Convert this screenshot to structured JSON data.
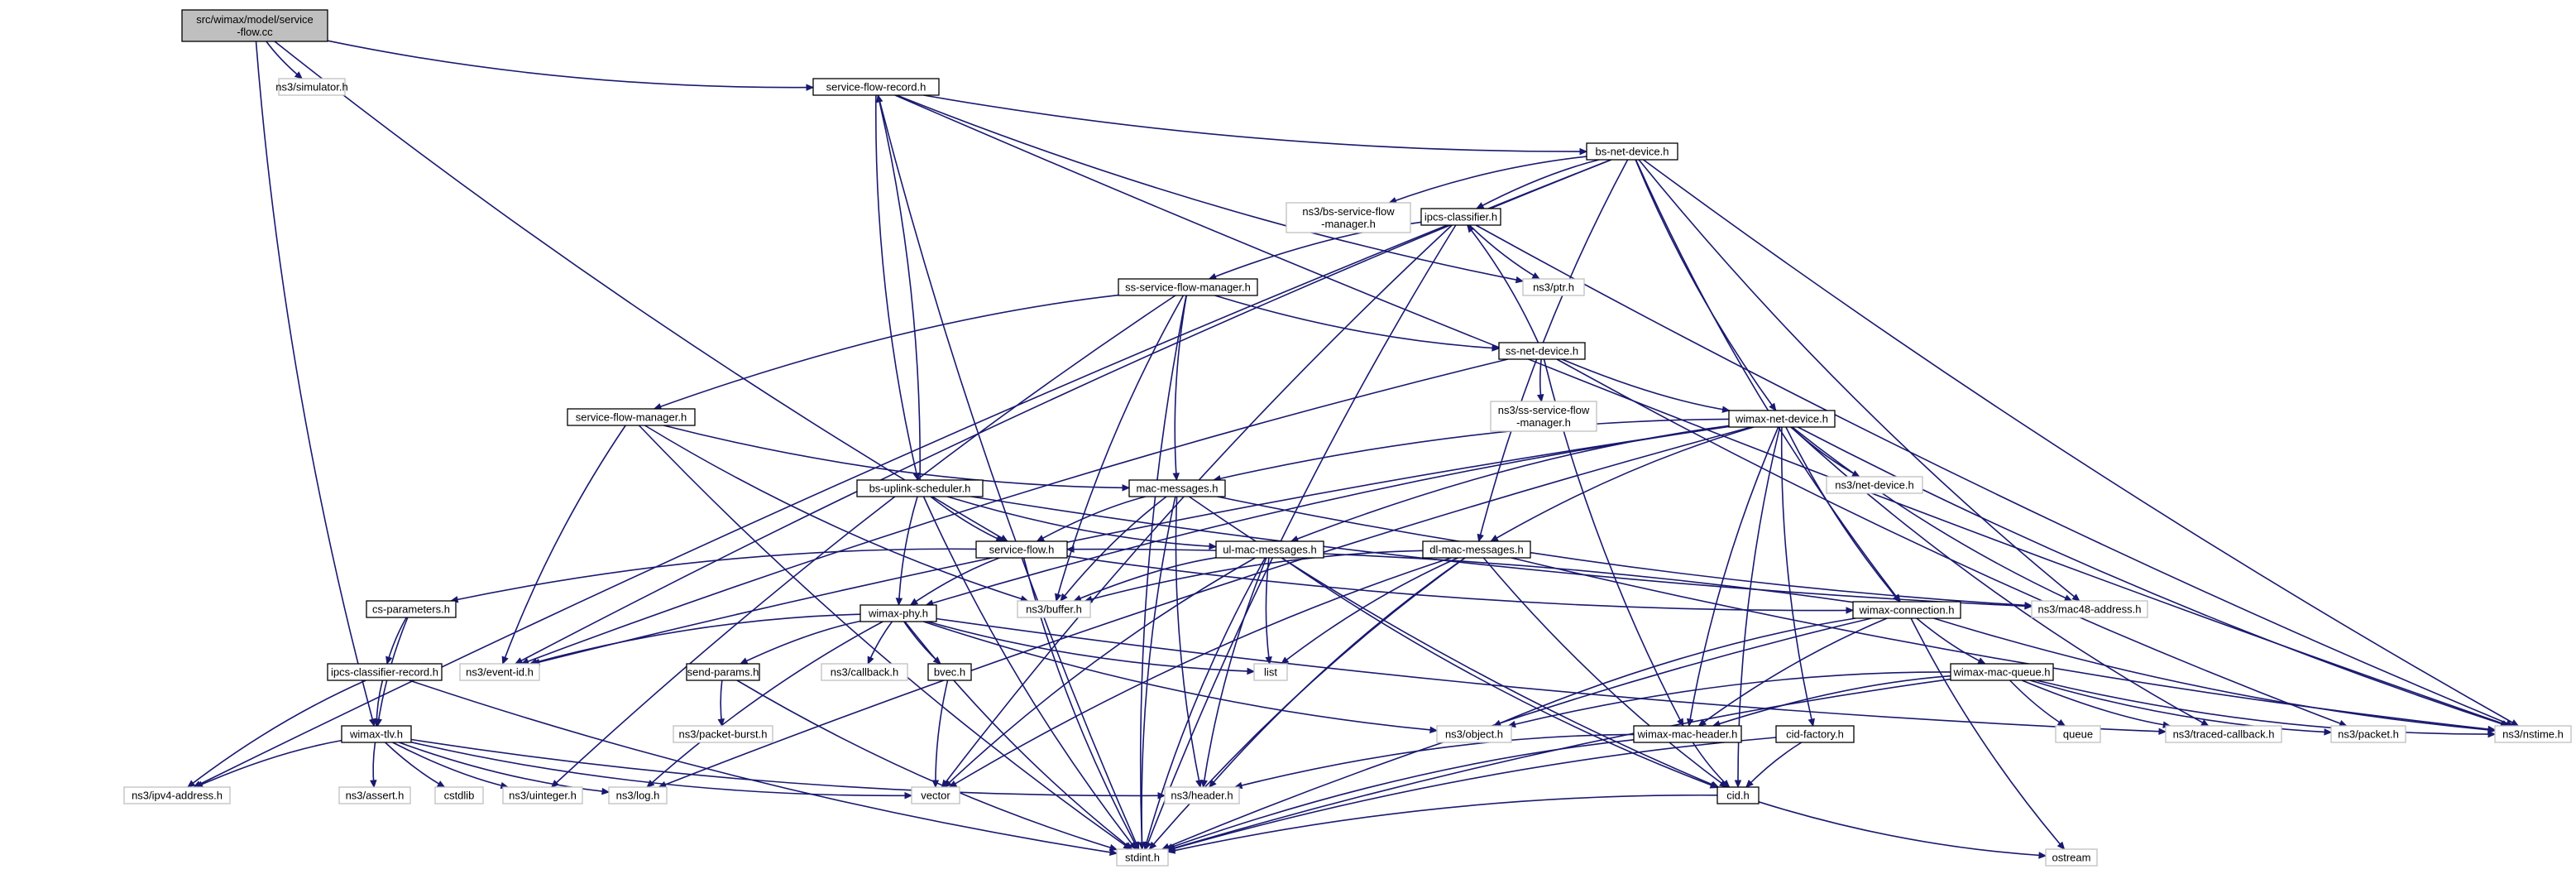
{
  "colors": {
    "edge": "#191970",
    "node_fill": "#ffffff",
    "root_fill": "#bfbfbf",
    "internal_border": "#000000",
    "external_border": "#bfbfbf",
    "text": "#000000"
  },
  "nodes": [
    {
      "id": "root",
      "lines": [
        "src/wimax/model/service",
        "-flow.cc"
      ],
      "kind": "root"
    },
    {
      "id": "simulator",
      "lines": [
        "ns3/simulator.h"
      ],
      "kind": "external"
    },
    {
      "id": "sfr",
      "lines": [
        "service-flow-record.h"
      ],
      "kind": "internal"
    },
    {
      "id": "bsnd",
      "lines": [
        "bs-net-device.h"
      ],
      "kind": "internal"
    },
    {
      "id": "bssfm",
      "lines": [
        "ns3/bs-service-flow",
        "-manager.h"
      ],
      "kind": "external"
    },
    {
      "id": "ipcs",
      "lines": [
        "ipcs-classifier.h"
      ],
      "kind": "internal"
    },
    {
      "id": "ptr",
      "lines": [
        "ns3/ptr.h"
      ],
      "kind": "external"
    },
    {
      "id": "sssfm",
      "lines": [
        "ss-service-flow-manager.h"
      ],
      "kind": "internal"
    },
    {
      "id": "ssnd",
      "lines": [
        "ss-net-device.h"
      ],
      "kind": "internal"
    },
    {
      "id": "nsssfm",
      "lines": [
        "ns3/ss-service-flow",
        "-manager.h"
      ],
      "kind": "external"
    },
    {
      "id": "sfm",
      "lines": [
        "service-flow-manager.h"
      ],
      "kind": "internal"
    },
    {
      "id": "wnd",
      "lines": [
        "wimax-net-device.h"
      ],
      "kind": "internal"
    },
    {
      "id": "netdev",
      "lines": [
        "ns3/net-device.h"
      ],
      "kind": "external"
    },
    {
      "id": "bsus",
      "lines": [
        "bs-uplink-scheduler.h"
      ],
      "kind": "internal"
    },
    {
      "id": "macmsg",
      "lines": [
        "mac-messages.h"
      ],
      "kind": "internal"
    },
    {
      "id": "sf",
      "lines": [
        "service-flow.h"
      ],
      "kind": "internal"
    },
    {
      "id": "ulmac",
      "lines": [
        "ul-mac-messages.h"
      ],
      "kind": "internal"
    },
    {
      "id": "dlmac",
      "lines": [
        "dl-mac-messages.h"
      ],
      "kind": "internal"
    },
    {
      "id": "buffer",
      "lines": [
        "ns3/buffer.h"
      ],
      "kind": "external"
    },
    {
      "id": "mac48",
      "lines": [
        "ns3/mac48-address.h"
      ],
      "kind": "external"
    },
    {
      "id": "csparam",
      "lines": [
        "cs-parameters.h"
      ],
      "kind": "internal"
    },
    {
      "id": "wphy",
      "lines": [
        "wimax-phy.h"
      ],
      "kind": "internal"
    },
    {
      "id": "wconn",
      "lines": [
        "wimax-connection.h"
      ],
      "kind": "internal"
    },
    {
      "id": "eventid",
      "lines": [
        "ns3/event-id.h"
      ],
      "kind": "external"
    },
    {
      "id": "sendp",
      "lines": [
        "send-params.h"
      ],
      "kind": "internal"
    },
    {
      "id": "callback",
      "lines": [
        "ns3/callback.h"
      ],
      "kind": "external"
    },
    {
      "id": "bvec",
      "lines": [
        "bvec.h"
      ],
      "kind": "internal"
    },
    {
      "id": "list",
      "lines": [
        "list"
      ],
      "kind": "external"
    },
    {
      "id": "wmq",
      "lines": [
        "wimax-mac-queue.h"
      ],
      "kind": "internal"
    },
    {
      "id": "ipcsrec",
      "lines": [
        "ipcs-classifier-record.h"
      ],
      "kind": "internal"
    },
    {
      "id": "pktburst",
      "lines": [
        "ns3/packet-burst.h"
      ],
      "kind": "external"
    },
    {
      "id": "wtlv",
      "lines": [
        "wimax-tlv.h"
      ],
      "kind": "internal"
    },
    {
      "id": "object",
      "lines": [
        "ns3/object.h"
      ],
      "kind": "external"
    },
    {
      "id": "wmh",
      "lines": [
        "wimax-mac-header.h"
      ],
      "kind": "internal"
    },
    {
      "id": "cidf",
      "lines": [
        "cid-factory.h"
      ],
      "kind": "internal"
    },
    {
      "id": "queue",
      "lines": [
        "queue"
      ],
      "kind": "external"
    },
    {
      "id": "traced",
      "lines": [
        "ns3/traced-callback.h"
      ],
      "kind": "external"
    },
    {
      "id": "packet",
      "lines": [
        "ns3/packet.h"
      ],
      "kind": "external"
    },
    {
      "id": "nstime",
      "lines": [
        "ns3/nstime.h"
      ],
      "kind": "external"
    },
    {
      "id": "ipv4",
      "lines": [
        "ns3/ipv4-address.h"
      ],
      "kind": "external"
    },
    {
      "id": "assert",
      "lines": [
        "ns3/assert.h"
      ],
      "kind": "external"
    },
    {
      "id": "cstdlib",
      "lines": [
        "cstdlib"
      ],
      "kind": "external"
    },
    {
      "id": "uinteger",
      "lines": [
        "ns3/uinteger.h"
      ],
      "kind": "external"
    },
    {
      "id": "log",
      "lines": [
        "ns3/log.h"
      ],
      "kind": "external"
    },
    {
      "id": "vector",
      "lines": [
        "vector"
      ],
      "kind": "external"
    },
    {
      "id": "header",
      "lines": [
        "ns3/header.h"
      ],
      "kind": "external"
    },
    {
      "id": "cid",
      "lines": [
        "cid.h"
      ],
      "kind": "internal"
    },
    {
      "id": "ostream",
      "lines": [
        "ostream"
      ],
      "kind": "external"
    },
    {
      "id": "stdint",
      "lines": [
        "stdint.h"
      ],
      "kind": "external"
    }
  ],
  "edges": [
    [
      "root",
      "simulator"
    ],
    [
      "root",
      "sfr"
    ],
    [
      "root",
      "sf"
    ],
    [
      "root",
      "wtlv"
    ],
    [
      "sfr",
      "bsnd"
    ],
    [
      "sfr",
      "ptr"
    ],
    [
      "sfr",
      "bsus"
    ],
    [
      "sfr",
      "stdint"
    ],
    [
      "sfr",
      "nstime"
    ],
    [
      "bsnd",
      "bssfm"
    ],
    [
      "bsnd",
      "ipcs"
    ],
    [
      "bsnd",
      "wnd"
    ],
    [
      "bsnd",
      "dlmac"
    ],
    [
      "bsnd",
      "mac48"
    ],
    [
      "bsnd",
      "wconn"
    ],
    [
      "bsnd",
      "eventid"
    ],
    [
      "bsnd",
      "ipv4"
    ],
    [
      "bsnd",
      "nstime"
    ],
    [
      "ipcs",
      "ptr"
    ],
    [
      "ipcs",
      "sssfm"
    ],
    [
      "ipcs",
      "vector"
    ],
    [
      "ipcs",
      "stdint"
    ],
    [
      "ipcs",
      "nstime"
    ],
    [
      "sssfm",
      "ssnd"
    ],
    [
      "sssfm",
      "sfm"
    ],
    [
      "sssfm",
      "macmsg"
    ],
    [
      "sssfm",
      "buffer"
    ],
    [
      "sssfm",
      "uinteger"
    ],
    [
      "sssfm",
      "stdint"
    ],
    [
      "ssnd",
      "ipcs"
    ],
    [
      "ssnd",
      "nsssfm"
    ],
    [
      "ssnd",
      "wnd"
    ],
    [
      "ssnd",
      "wmh"
    ],
    [
      "ssnd",
      "eventid"
    ],
    [
      "ssnd",
      "packet"
    ],
    [
      "sfm",
      "macmsg"
    ],
    [
      "sfm",
      "eventid"
    ],
    [
      "sfm",
      "buffer"
    ],
    [
      "sfm",
      "stdint"
    ],
    [
      "wnd",
      "macmsg"
    ],
    [
      "wnd",
      "netdev"
    ],
    [
      "wnd",
      "ulmac"
    ],
    [
      "wnd",
      "dlmac"
    ],
    [
      "wnd",
      "wphy"
    ],
    [
      "wnd",
      "wconn"
    ],
    [
      "wnd",
      "mac48"
    ],
    [
      "wnd",
      "cidf"
    ],
    [
      "wnd",
      "wmh"
    ],
    [
      "wnd",
      "traced"
    ],
    [
      "wnd",
      "eventid"
    ],
    [
      "wnd",
      "log"
    ],
    [
      "wnd",
      "nstime"
    ],
    [
      "wnd",
      "cid"
    ],
    [
      "bsus",
      "sfr"
    ],
    [
      "bsus",
      "sf"
    ],
    [
      "bsus",
      "ulmac"
    ],
    [
      "bsus",
      "wphy"
    ],
    [
      "bsus",
      "mac48"
    ],
    [
      "bsus",
      "stdint"
    ],
    [
      "macmsg",
      "sf"
    ],
    [
      "macmsg",
      "buffer"
    ],
    [
      "macmsg",
      "cid"
    ],
    [
      "macmsg",
      "header"
    ],
    [
      "macmsg",
      "stdint"
    ],
    [
      "macmsg",
      "mac48"
    ],
    [
      "sf",
      "csparam"
    ],
    [
      "sf",
      "wphy"
    ],
    [
      "sf",
      "wconn"
    ],
    [
      "sf",
      "stdint"
    ],
    [
      "ulmac",
      "buffer"
    ],
    [
      "ulmac",
      "list"
    ],
    [
      "ulmac",
      "header"
    ],
    [
      "ulmac",
      "vector"
    ],
    [
      "ulmac",
      "stdint"
    ],
    [
      "ulmac",
      "cid"
    ],
    [
      "dlmac",
      "buffer"
    ],
    [
      "dlmac",
      "list"
    ],
    [
      "dlmac",
      "header"
    ],
    [
      "dlmac",
      "vector"
    ],
    [
      "dlmac",
      "stdint"
    ],
    [
      "dlmac",
      "cid"
    ],
    [
      "dlmac",
      "nstime"
    ],
    [
      "csparam",
      "ipcsrec"
    ],
    [
      "csparam",
      "wtlv"
    ],
    [
      "wphy",
      "eventid"
    ],
    [
      "wphy",
      "sendp"
    ],
    [
      "wphy",
      "callback"
    ],
    [
      "wphy",
      "bvec"
    ],
    [
      "wphy",
      "list"
    ],
    [
      "wphy",
      "object"
    ],
    [
      "wphy",
      "traced"
    ],
    [
      "wphy",
      "log"
    ],
    [
      "wphy",
      "stdint"
    ],
    [
      "wconn",
      "sf"
    ],
    [
      "wconn",
      "wmq"
    ],
    [
      "wconn",
      "object"
    ],
    [
      "wconn",
      "wmh"
    ],
    [
      "wconn",
      "stdint"
    ],
    [
      "wconn",
      "nstime"
    ],
    [
      "wconn",
      "ostream"
    ],
    [
      "sendp",
      "pktburst"
    ],
    [
      "sendp",
      "stdint"
    ],
    [
      "bvec",
      "vector"
    ],
    [
      "wmq",
      "queue"
    ],
    [
      "wmq",
      "object"
    ],
    [
      "wmq",
      "traced"
    ],
    [
      "wmq",
      "packet"
    ],
    [
      "wmq",
      "wmh"
    ],
    [
      "wmq",
      "nstime"
    ],
    [
      "wmq",
      "stdint"
    ],
    [
      "ipcsrec",
      "wtlv"
    ],
    [
      "ipcsrec",
      "ipv4"
    ],
    [
      "ipcsrec",
      "stdint"
    ],
    [
      "wtlv",
      "ipv4"
    ],
    [
      "wtlv",
      "assert"
    ],
    [
      "wtlv",
      "cstdlib"
    ],
    [
      "wtlv",
      "uinteger"
    ],
    [
      "wtlv",
      "log"
    ],
    [
      "wtlv",
      "vector"
    ],
    [
      "wtlv",
      "header"
    ],
    [
      "wmh",
      "header"
    ],
    [
      "wmh",
      "cid"
    ],
    [
      "wmh",
      "stdint"
    ],
    [
      "cidf",
      "cid"
    ],
    [
      "cidf",
      "stdint"
    ],
    [
      "cid",
      "stdint"
    ],
    [
      "cid",
      "ostream"
    ]
  ]
}
